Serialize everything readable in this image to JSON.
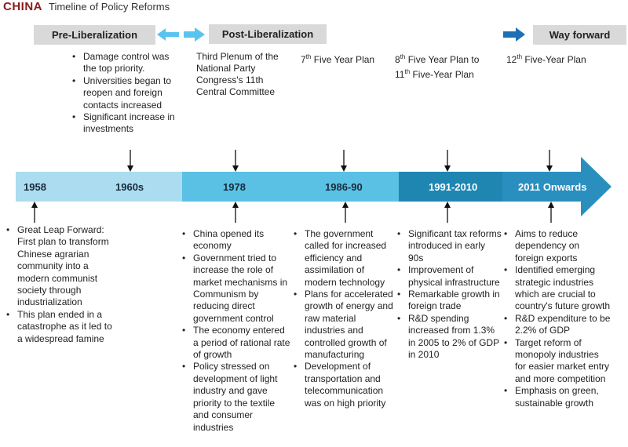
{
  "header": {
    "country": "CHINA",
    "subtitle": "Timeline of Policy Reforms"
  },
  "phases": {
    "pre": "Pre-Liberalization",
    "post": "Post-Liberalization",
    "way": "Way forward"
  },
  "colors": {
    "seg1": "#a9dcee",
    "seg2": "#54c0e3",
    "seg3": "#1e88b4",
    "seg4": "#2a8fbf",
    "arrow_light": "#4fc3f7",
    "arrow_dark": "#1976d2"
  },
  "timeline": {
    "labels": [
      "1958",
      "1960s",
      "1978",
      "1986-90",
      "1991-2010",
      "2011 Onwards"
    ]
  },
  "top_notes": {
    "t1960s": [
      "Damage control was the top priority.",
      "Universities began to reopen and foreign contacts increased",
      "Significant increase in investments"
    ],
    "t1978": "Third Plenum of the National Party Congress's 11th Central Committee",
    "t1986_sup": "th",
    "t1986_pre": "7",
    "t1986_post": " Five Year Plan",
    "t1991_a_pre": "8",
    "t1991_a_sup": "th",
    "t1991_a_post": " Five Year Plan to",
    "t1991_b_pre": "11",
    "t1991_b_sup": "th",
    "t1991_b_post": " Five-Year Plan",
    "t2011_pre": "12",
    "t2011_sup": "th",
    "t2011_post": " Five-Year Plan"
  },
  "bottom_notes": {
    "b1958": [
      "Great Leap Forward: First plan to transform Chinese agrarian community into a modern communist society through industrialization",
      "This plan ended in a catastrophe as it led to a widespread famine"
    ],
    "b1978": [
      "China opened its economy",
      "Government tried to increase the role of market mechanisms in Communism by reducing direct government control",
      "The economy entered a period of rational rate of growth",
      "Policy stressed on development of light industry and gave priority to the textile and consumer industries"
    ],
    "b1986": [
      "The government called for increased efficiency and assimilation of modern technology",
      "Plans for accelerated growth of energy and raw material industries and controlled growth of manufacturing",
      "Development of transportation and telecommunication was on high priority"
    ],
    "b1991": [
      "Significant tax reforms introduced in early 90s",
      "Improvement of physical infrastructure",
      "Remarkable growth in foreign trade",
      "R&D spending increased from 1.3% in 2005 to 2% of GDP in 2010"
    ],
    "b2011": [
      "Aims to reduce dependency on foreign exports",
      "Identified emerging strategic industries which are crucial to country's future growth",
      "R&D expenditure to be 2.2% of GDP",
      "Target reform of monopoly industries for easier market entry and more competition",
      "Emphasis on green, sustainable growth"
    ]
  }
}
